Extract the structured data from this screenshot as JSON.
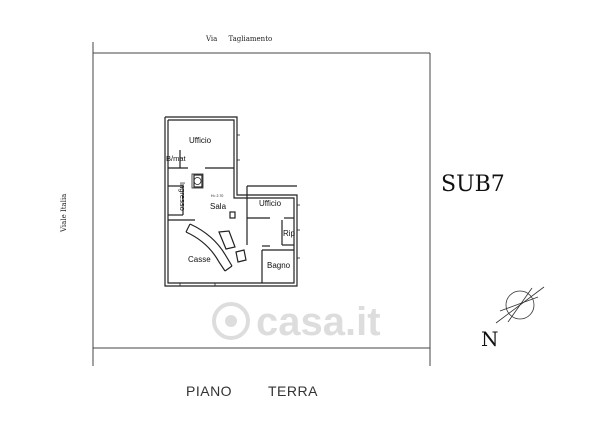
{
  "streets": {
    "top": "Via     Tagliamento",
    "left": "Viale Italia"
  },
  "unit_label": "SUB7",
  "compass": {
    "label": "N"
  },
  "rooms": {
    "ufficio_1": "Ufficio",
    "bmat": "B/mat",
    "ingresso": "Ingresso",
    "sala": "Sala",
    "height_note": "H= 2.70",
    "ufficio_2": "Ufficio",
    "rip": "Rip",
    "casse": "Casse",
    "bagno": "Bagno"
  },
  "floor_label": {
    "word1": "PIANO",
    "word2": "TERRA"
  },
  "watermark": "casa.it"
}
